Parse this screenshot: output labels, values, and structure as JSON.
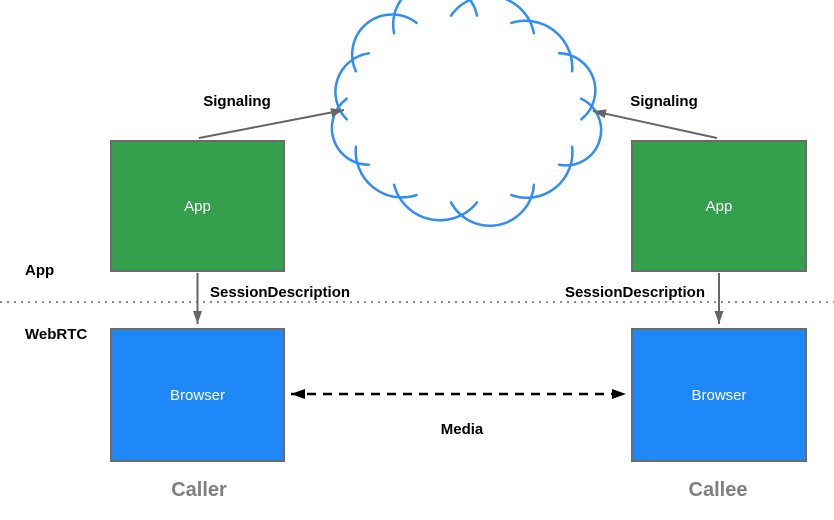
{
  "nodes": {
    "caller_app": "App",
    "caller_browser": "Browser",
    "callee_app": "App",
    "callee_browser": "Browser"
  },
  "edge_labels": {
    "signaling_left": "Signaling",
    "signaling_right": "Signaling",
    "session_description_left": "SessionDescription",
    "session_description_right": "SessionDescription",
    "media": "Media"
  },
  "lane_labels": {
    "app": "App",
    "webrtc": "WebRTC"
  },
  "endpoint_labels": {
    "caller": "Caller",
    "callee": "Callee"
  },
  "icons": {
    "cloud": "scalloped-cloud-outline"
  },
  "colors": {
    "app_box_fill": "#34a04d",
    "browser_box_fill": "#1e88f8",
    "cloud_stroke": "#2f8df5",
    "box_border": "#6b6b6b",
    "arrow": "#666666",
    "media_arrow": "#000000",
    "divider_dots": "#8c8c8c",
    "endpoint_label_text": "#7f7f7f",
    "label_text": "#000000",
    "node_label_text": "#ffffff"
  }
}
